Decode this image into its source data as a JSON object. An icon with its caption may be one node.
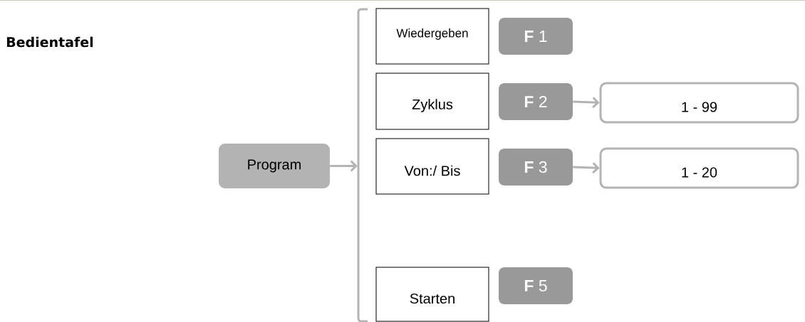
{
  "diagram": {
    "title": "Bedientafel",
    "nodes": [
      {
        "text": [
          "Program"
        ]
      },
      {
        "text": [
          "Wiedergeben"
        ]
      },
      {
        "text": [
          "**F** 1"
        ]
      },
      {
        "text": [
          "Zyklus"
        ]
      },
      {
        "text": [
          "**F** 2"
        ]
      },
      {
        "text": [
          "1 -  99"
        ]
      },
      {
        "text": [
          "Von:/ Bis"
        ]
      },
      {
        "text": [
          "**F** 3"
        ]
      },
      {
        "text": [
          "1 -  20"
        ]
      },
      {
        "text": [
          "Starten"
        ]
      },
      {
        "text": [
          "**F** 5"
        ]
      },
      {
        "text": [],
        "shape": "bracket"
      }
    ],
    "edges": [
      {
        "from": 0,
        "to": 11,
        "arrow": "to"
      },
      {
        "from": 4,
        "to": 5,
        "arrow": "to"
      },
      {
        "from": 7,
        "to": 8,
        "arrow": "to"
      }
    ]
  }
}
